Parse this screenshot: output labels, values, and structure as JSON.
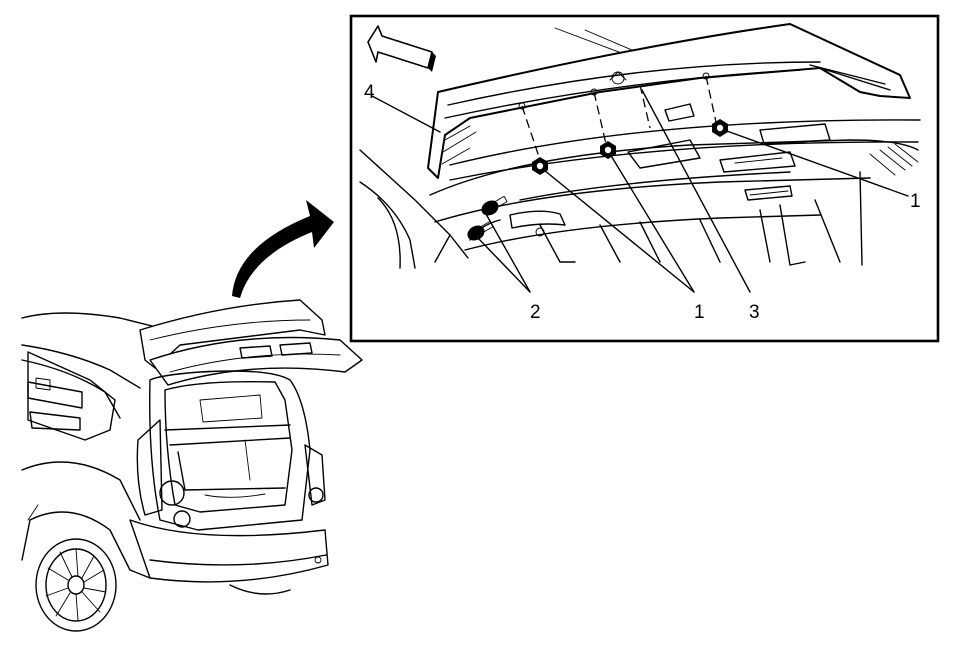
{
  "callouts": {
    "spoiler": "4",
    "clip_right": "1",
    "bolts": "2",
    "clips_center": "1",
    "seal": "3"
  },
  "colors": {
    "line": "#000000",
    "background": "#ffffff",
    "fill": "#ffffff"
  },
  "icons": {
    "direction_arrow": "removal-direction-arrow-icon",
    "view_arrow": "curved-view-arrow-icon"
  }
}
